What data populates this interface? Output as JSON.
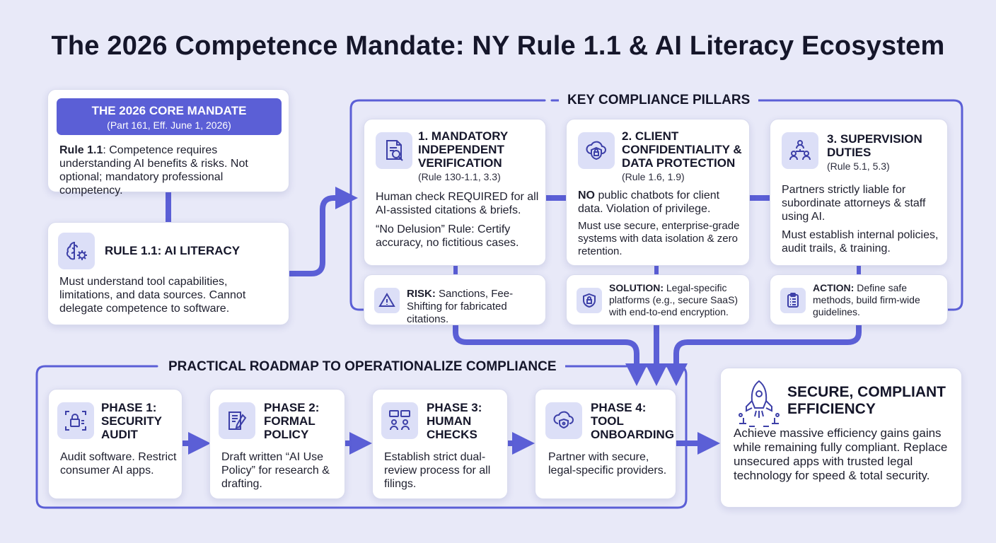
{
  "title": "The 2026 Competence Mandate: NY Rule 1.1 & AI Literacy Ecosystem",
  "core_mandate": {
    "heading": "THE 2026 CORE MANDATE",
    "subheading": "(Part 161, Eff. June 1, 2026)",
    "rule_label": "Rule 1.1",
    "body": ": Competence requires understanding AI benefits & risks. Not optional; mandatory professional competency."
  },
  "ai_literacy": {
    "heading": "RULE 1.1: AI LITERACY",
    "body": "Must understand tool capabilities, limitations, and data sources. Cannot delegate competence to software."
  },
  "pillars": {
    "section_label": "KEY COMPLIANCE PILLARS",
    "items": [
      {
        "heading": "1. MANDATORY INDEPENDENT VERIFICATION",
        "ref": "(Rule 130-1.1, 3.3)",
        "p1": "Human check REQUIRED for all AI-assisted citations & briefs.",
        "p2": "“No Delusion” Rule: Certify accuracy, no fictitious cases.",
        "note_label": "RISK:",
        "note": " Sanctions, Fee-Shifting for fabricated citations."
      },
      {
        "heading": "2. CLIENT CONFIDENTIALITY & DATA PROTECTION",
        "ref": "(Rule 1.6, 1.9)",
        "p1_bold": "NO",
        "p1": " public chatbots for client data. Violation of privilege.",
        "p2": "Must use secure, enterprise-grade systems with data isolation & zero retention.",
        "note_label": "SOLUTION:",
        "note": " Legal-specific platforms (e.g., secure SaaS) with end-to-end encryption."
      },
      {
        "heading": "3. SUPERVISION DUTIES",
        "ref": "(Rule 5.1, 5.3)",
        "p1": "Partners strictly liable for subordinate attorneys & staff using AI.",
        "p2": "Must establish internal policies, audit trails, & training.",
        "note_label": "ACTION:",
        "note": " Define safe methods, build firm-wide guidelines."
      }
    ]
  },
  "roadmap": {
    "section_label": "PRACTICAL ROADMAP TO OPERATIONALIZE COMPLIANCE",
    "phases": [
      {
        "heading": "PHASE 1: SECURITY AUDIT",
        "body": "Audit software. Restrict consumer AI apps."
      },
      {
        "heading": "PHASE 2: FORMAL POLICY",
        "body": "Draft written “AI Use Policy” for research & drafting."
      },
      {
        "heading": "PHASE 3: HUMAN CHECKS",
        "body": "Establish strict dual-review process for all filings."
      },
      {
        "heading": "PHASE 4: TOOL ONBOARDING",
        "body": "Partner with secure, legal-specific providers."
      }
    ]
  },
  "outcome": {
    "heading": "SECURE, COMPLIANT EFFICIENCY",
    "body": "Achieve massive efficiency gains gains while remaining fully compliant. Replace unsecured apps with trusted legal technology for speed & total security."
  },
  "colors": {
    "accent": "#5b5fd6",
    "background": "#e8e9f8",
    "icon_bg": "#dcdff7",
    "card": "#ffffff"
  },
  "icons": [
    "document-search-icon",
    "cloud-lock-icon",
    "people-hierarchy-icon",
    "brain-gear-icon",
    "warning-icon",
    "shield-lock-icon",
    "clipboard-list-icon",
    "lock-scan-icon",
    "document-pen-icon",
    "chat-people-icon",
    "cloud-shield-icon",
    "rocket-icon"
  ]
}
